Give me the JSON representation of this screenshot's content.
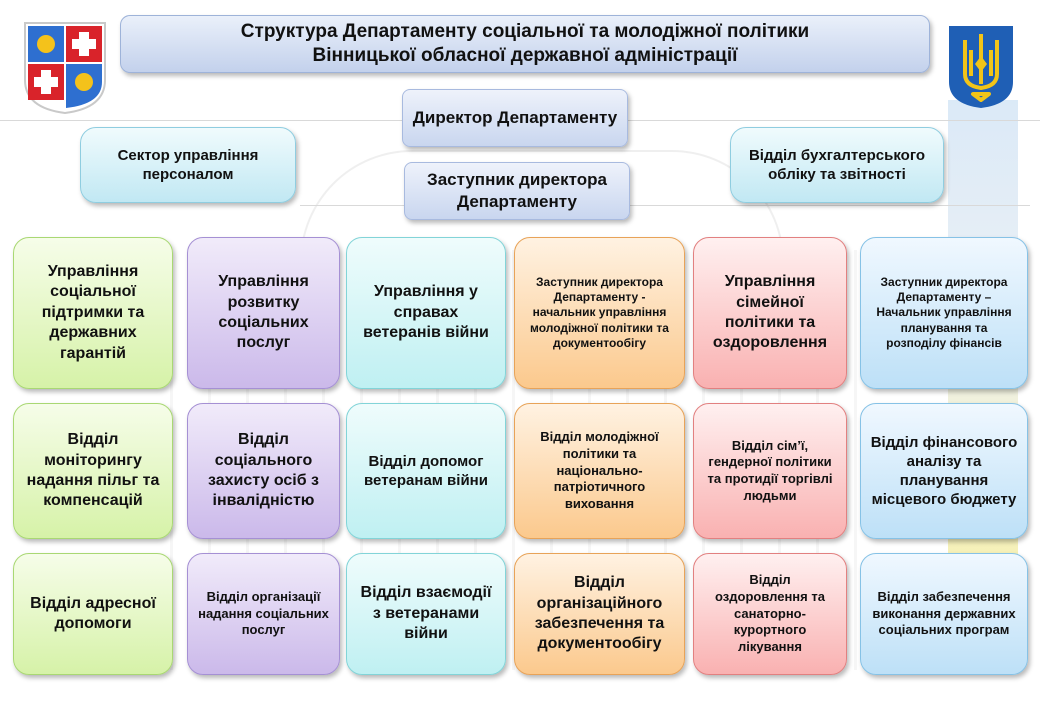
{
  "header": {
    "title_line1": "Структура Департаменту соціальної та молодіжної політики",
    "title_line2": "Вінницької обласної державної адміністрації"
  },
  "top": {
    "director": "Директор Департаменту",
    "deputy": "Заступник директора Департаменту",
    "personnel": "Сектор управління персоналом",
    "accounting": "Відділ бухгалтерського обліку та звітності"
  },
  "row1": [
    "Управління соціальної підтримки та державних гарантій",
    "Управління розвитку соціальних послуг",
    "Управління у справах ветеранів війни",
    "Заступник директора Департаменту - начальник управління молодіжної політики та документообігу",
    "Управління сімейної політики та оздоровлення",
    "Заступник директора Департаменту – Начальник управління планування та розподілу фінансів"
  ],
  "row2": [
    "Відділ моніторингу надання пільг та компенсацій",
    "Відділ соціального захисту осіб з інвалідністю",
    "Відділ допомог ветеранам війни",
    "Відділ молодіжної політики та національно-патріотичного виховання",
    "Відділ сім’ї, гендерної політики та протидії торгівлі людьми",
    "Відділ фінансового аналізу та планування місцевого бюджету"
  ],
  "row3": [
    "Відділ адресної допомоги",
    "Відділ організації надання соціальних послуг",
    "Відділ взаємодії з ветеранами війни",
    "Відділ організаційного забезпечення та документообігу",
    "Відділ оздоровлення та санаторно-курортного лікування",
    "Відділ забезпечення виконання державних соціальних програм"
  ],
  "icons": {
    "regional_coat": "vinnytsia-coat-of-arms-icon",
    "national_coat": "ukraine-trident-icon"
  },
  "colors": {
    "green": "#d6f2a8",
    "purple": "#cbb9ea",
    "aqua": "#bff0f2",
    "orange": "#fbc98d",
    "red": "#f9b1b1",
    "sky": "#bde0f7",
    "trident_blue": "#1f5fb5",
    "trident_gold": "#f2c418"
  }
}
